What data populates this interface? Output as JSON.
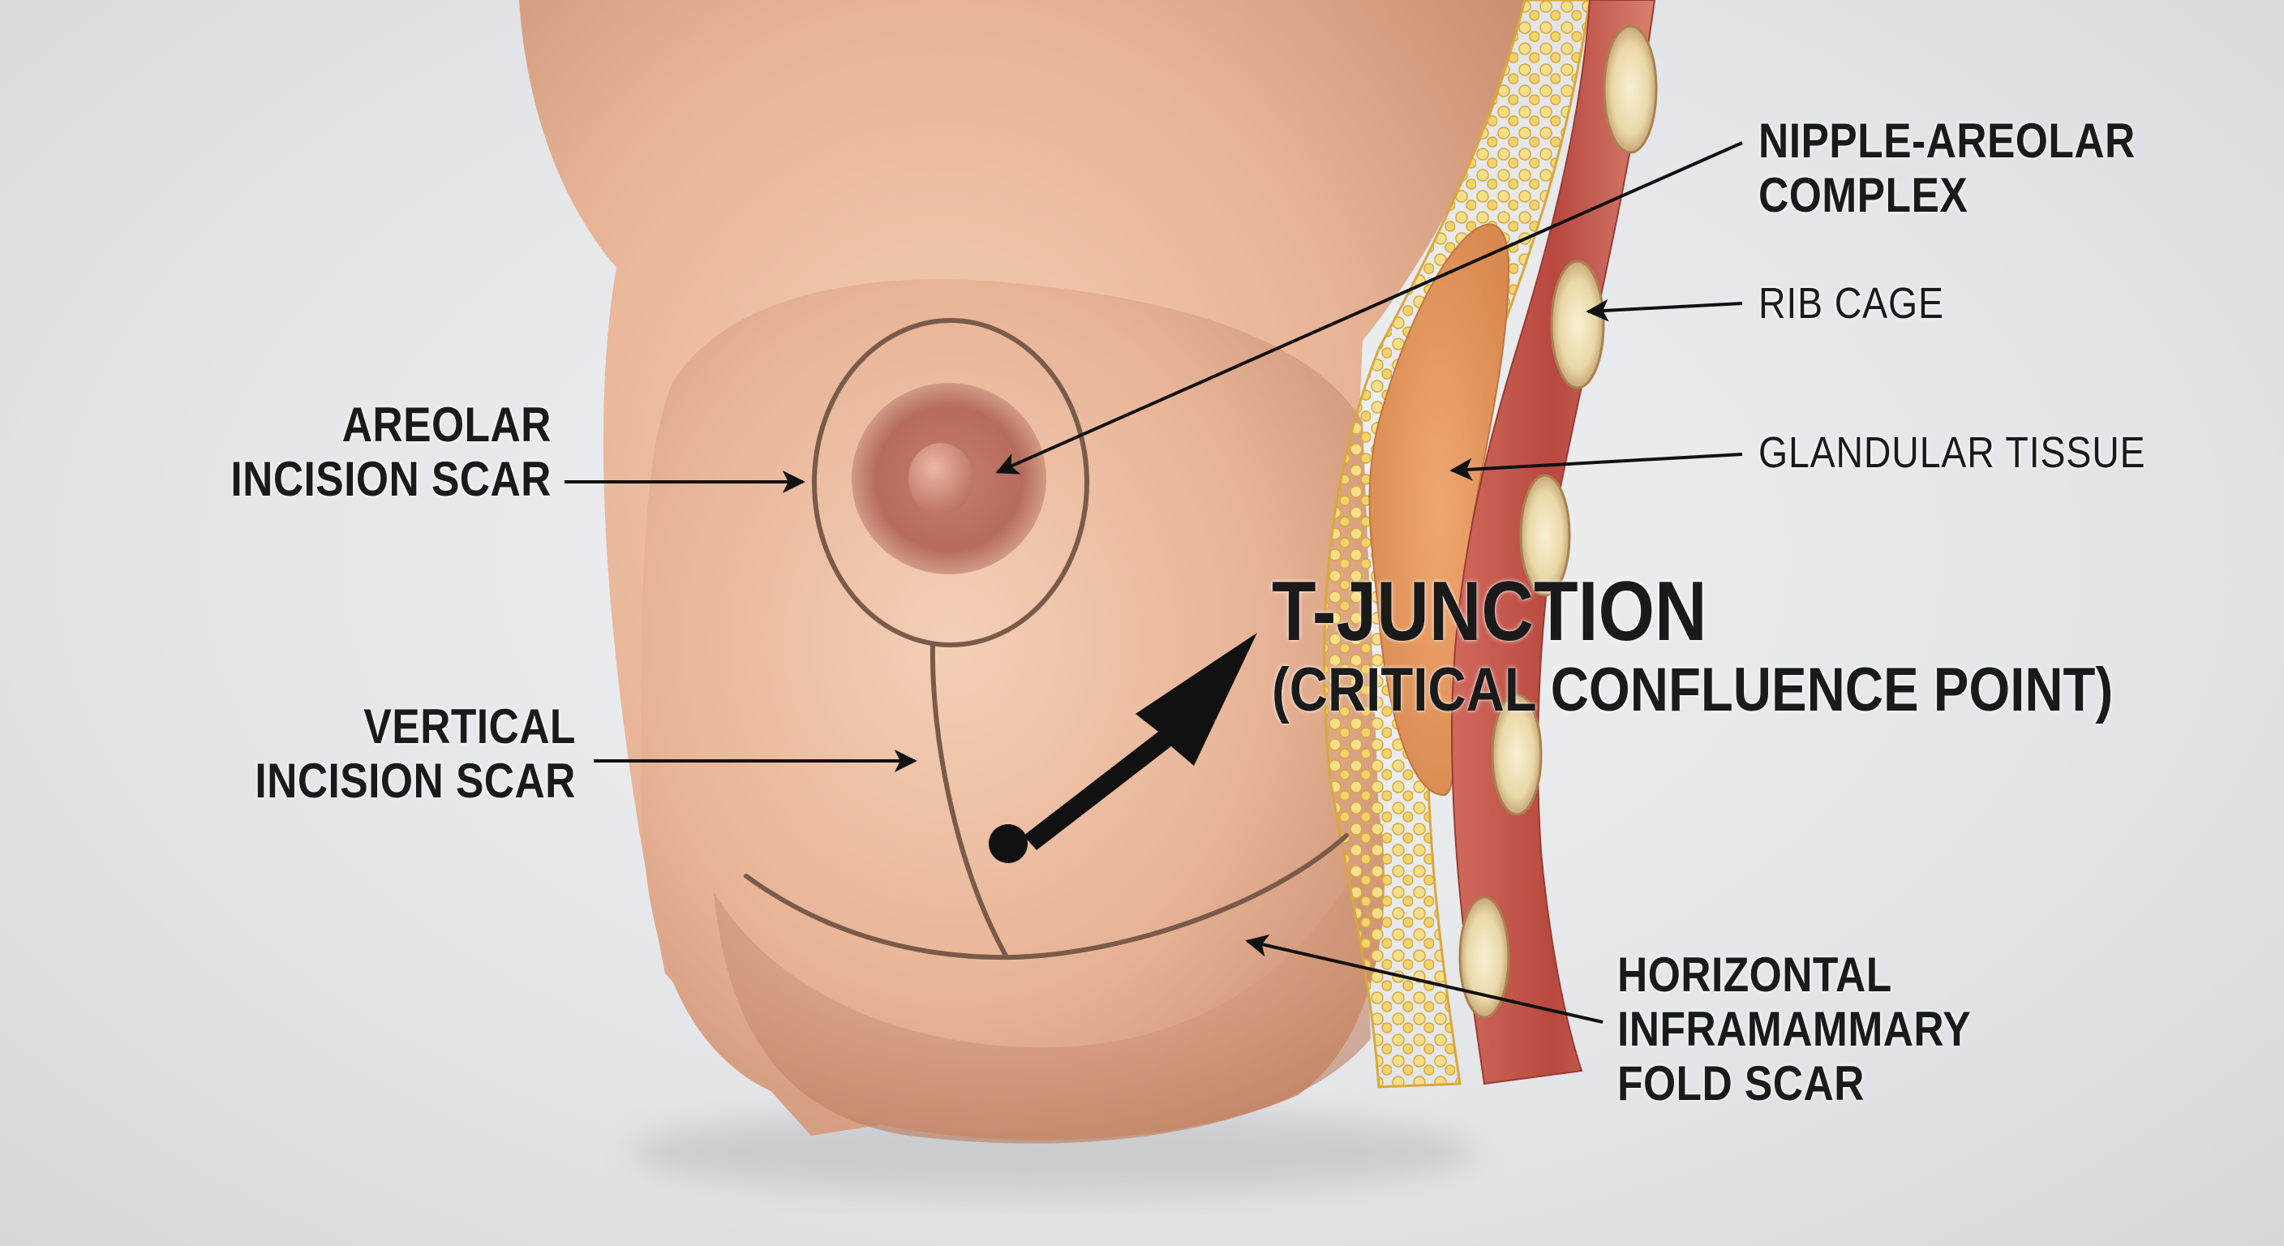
{
  "labels": {
    "areolar": [
      "AREOLAR",
      "INCISION SCAR"
    ],
    "vertical": [
      "VERTICAL",
      "INCISION SCAR"
    ],
    "nipple": [
      "NIPPLE-AREOLAR",
      "COMPLEX"
    ],
    "rib": "RIB CAGE",
    "gland": "GLANDULAR TISSUE",
    "tjunction_title": "T-JUNCTION",
    "tjunction_sub": "(CRITICAL CONFLUENCE POINT)",
    "horizontal": [
      "HORIZONTAL",
      "INFRAMAMMARY",
      "FOLD SCAR"
    ]
  },
  "colors": {
    "skin_light": "#f1c8ad",
    "skin_mid": "#e0a98a",
    "skin_dark": "#b97a5f",
    "areola": "#b9705f",
    "scar_line": "#7a5a4a",
    "fat": "#f2cc55",
    "muscle": "#c8574d",
    "gland": "#e09458",
    "bone": "#f1e6c2",
    "arrow": "#111111"
  }
}
